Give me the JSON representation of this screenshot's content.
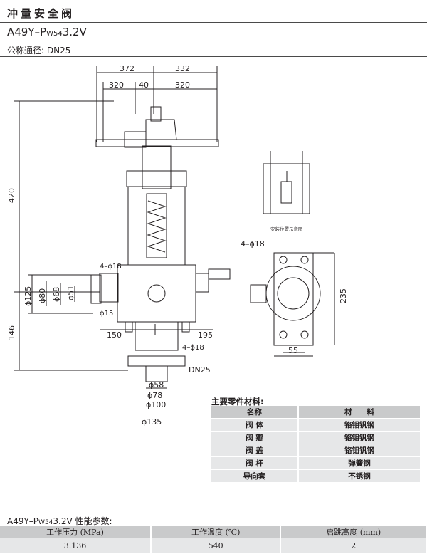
{
  "header": {
    "title": "冲量安全阀",
    "model_prefix": "A49Y–P",
    "model_sub": "W54",
    "model_suffix": "3.2V",
    "nominal_label": "公称通径:",
    "nominal_value": "DN25"
  },
  "drawing": {
    "dim_372": "372",
    "dim_332": "332",
    "dim_320a": "320",
    "dim_40": "40",
    "dim_320b": "320",
    "dim_420": "420",
    "dim_146": "146",
    "dim_125": "ϕ125",
    "dim_80": "ϕ80",
    "dim_68": "ϕ68",
    "dim_51": "ϕ51",
    "dim_15": "ϕ15",
    "dim_4phi18_side": "4–ϕ18",
    "dim_150": "150",
    "dim_195": "195",
    "dim_4phi18_bottom": "4–ϕ18",
    "dim_dn25": "DN25",
    "dim_58": "ϕ58",
    "dim_78": "ϕ78",
    "dim_100": "ϕ100",
    "dim_135": "ϕ135",
    "dim_4phi18_right": "4–ϕ18",
    "dim_235": "235",
    "dim_55": "55",
    "inset_caption": "安装位置示意图"
  },
  "materials": {
    "title": "主要零件材料:",
    "col_name": "名称",
    "col_material": "材　　料",
    "rows": [
      {
        "name": "阀 体",
        "material": "铬钼钒钢"
      },
      {
        "name": "阀 瓣",
        "material": "铬钼钒钢"
      },
      {
        "name": "阀 盖",
        "material": "铬钼钒钢"
      },
      {
        "name": "阀 杆",
        "material": "弹簧钢"
      },
      {
        "name": "导向套",
        "material": "不锈钢"
      }
    ]
  },
  "performance": {
    "title_prefix": "A49Y–P",
    "title_sub": "W54",
    "title_suffix": "3.2V 性能参数:",
    "headers": [
      "工作压力 (MPa)",
      "工作温度 (℃)",
      "启跳高度 (mm)"
    ],
    "values": [
      "3.136",
      "540",
      "2"
    ]
  }
}
